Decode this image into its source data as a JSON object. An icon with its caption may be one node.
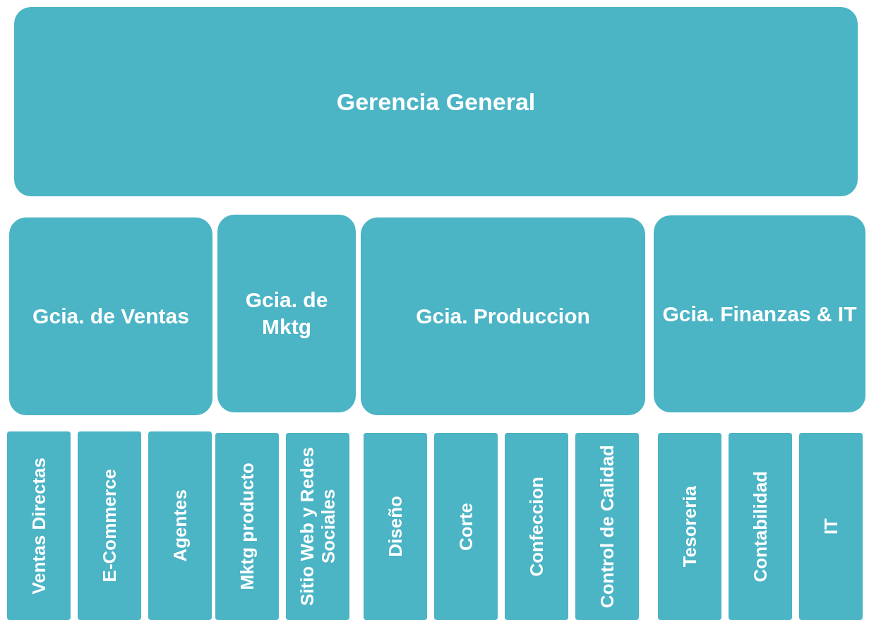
{
  "diagram": {
    "nodes": [
      {
        "text": [
          "Gerencia General"
        ]
      },
      {
        "text": [
          "Gcia. de Ventas"
        ]
      },
      {
        "text": [
          "Gcia. de Mktg"
        ]
      },
      {
        "text": [
          "Gcia. Produccion"
        ]
      },
      {
        "text": [
          "Gcia. Finanzas & IT"
        ]
      },
      {
        "text": [
          "Ventas Directas"
        ]
      },
      {
        "text": [
          "E-Commerce"
        ]
      },
      {
        "text": [
          "Agentes"
        ]
      },
      {
        "text": [
          "Mktg producto"
        ]
      },
      {
        "text": [
          "Sitio Web y Redes Sociales"
        ]
      },
      {
        "text": [
          "Diseño"
        ]
      },
      {
        "text": [
          "Corte"
        ]
      },
      {
        "text": [
          "Confeccion"
        ]
      },
      {
        "text": [
          "Control de Calidad"
        ]
      },
      {
        "text": [
          "Tesoreria"
        ]
      },
      {
        "text": [
          "Contabilidad"
        ]
      },
      {
        "text": [
          "IT"
        ]
      }
    ],
    "edges": []
  }
}
